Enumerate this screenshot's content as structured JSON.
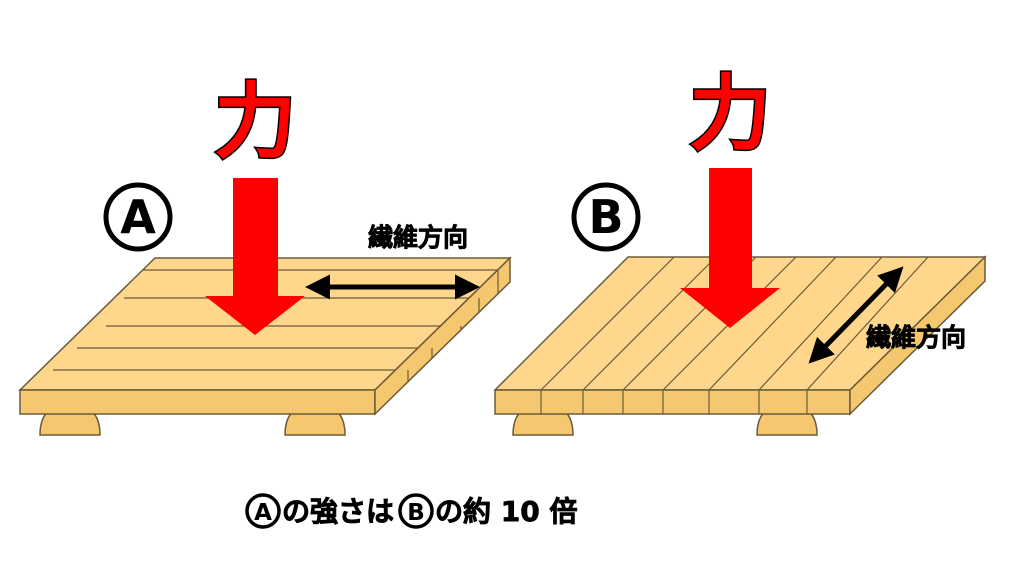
{
  "colors": {
    "wood_top": "#ffd78c",
    "wood_side": "#f5c76e",
    "wood_line": "#6b5b3a",
    "force_arrow": "#ff0000",
    "outline": "#000000"
  },
  "panel_a": {
    "force_label": "力",
    "letter": "A",
    "grain_label": "繊維方向",
    "grain_arrow_icon": "double-arrow-horizontal"
  },
  "panel_b": {
    "force_label": "力",
    "letter": "B",
    "grain_label": "繊維方向",
    "grain_arrow_icon": "double-arrow-diagonal"
  },
  "caption": {
    "letter_a": "A",
    "text_1": "の強さは",
    "letter_b": "B",
    "text_2": "の約 10 倍"
  }
}
